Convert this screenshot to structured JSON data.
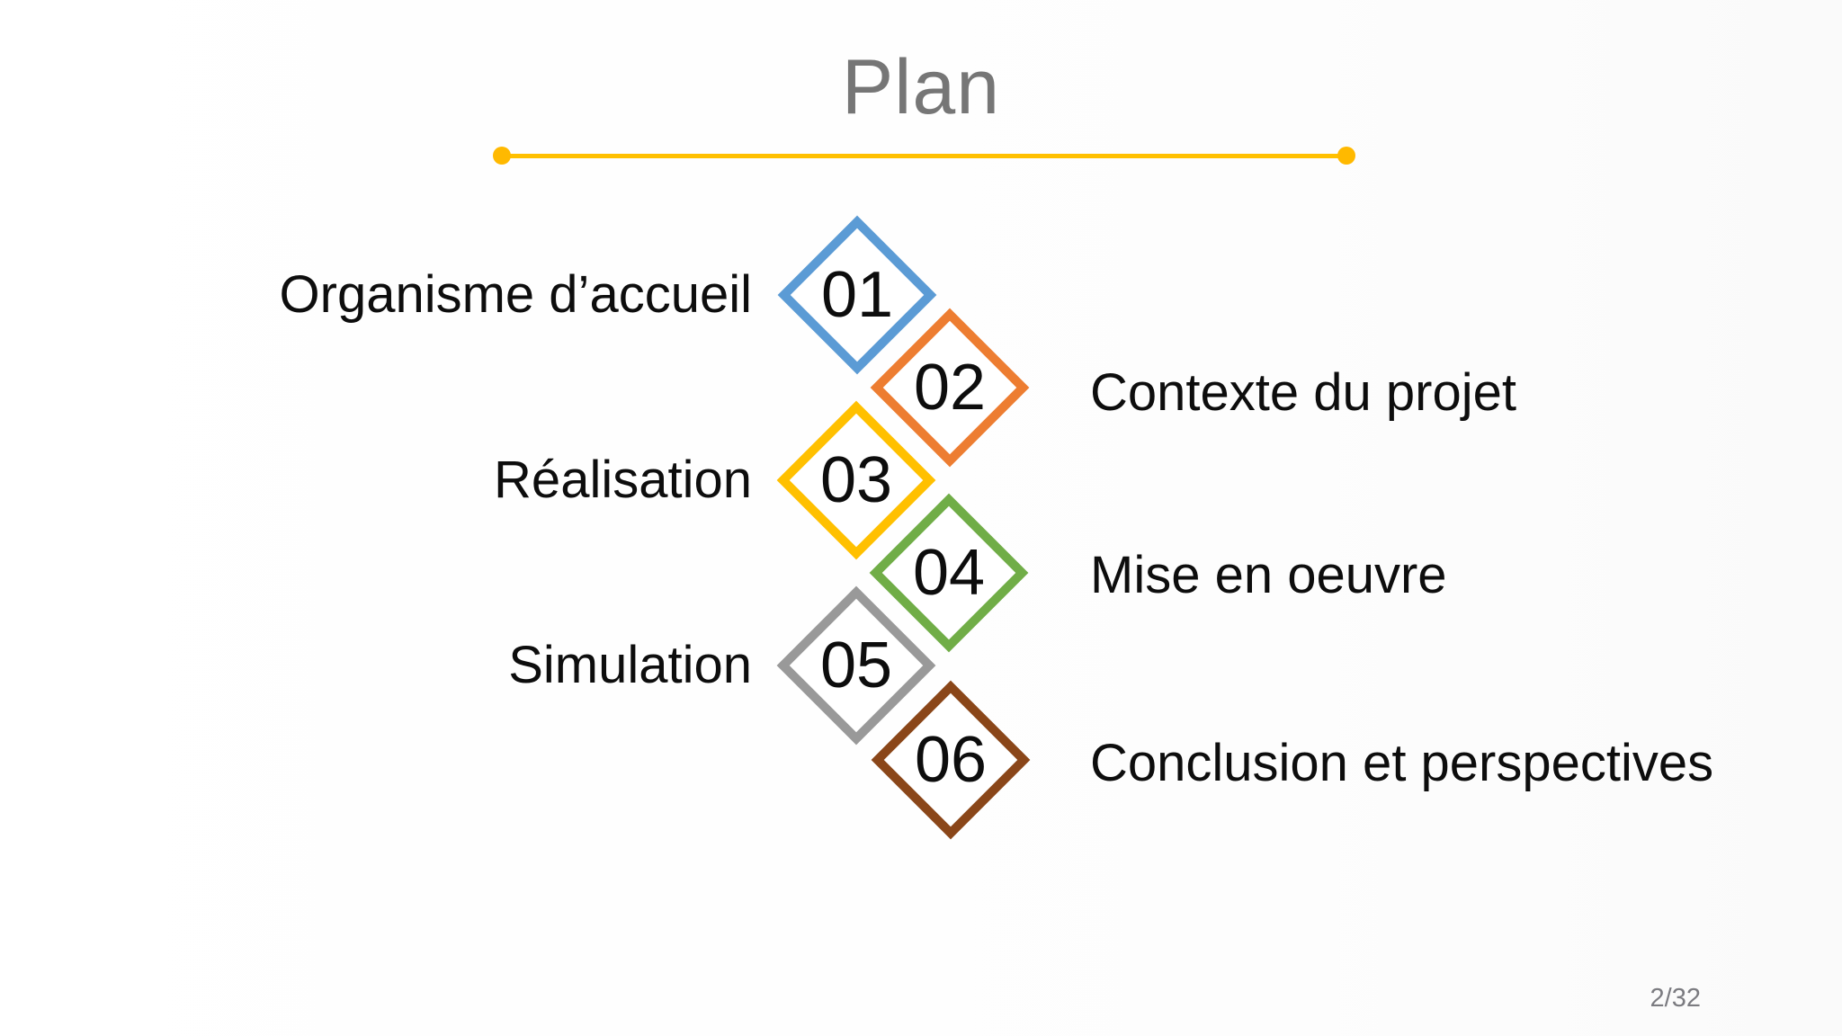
{
  "slide": {
    "title": "Plan",
    "page_number": "2/32",
    "accent_line_color": "#FFC000",
    "items": [
      {
        "number": "01",
        "label": "Organisme d’accueil",
        "color": "#5B9BD5",
        "side": "left"
      },
      {
        "number": "02",
        "label": "Contexte du projet",
        "color": "#ED7D31",
        "side": "right"
      },
      {
        "number": "03",
        "label": "Réalisation",
        "color": "#FFC000",
        "side": "left"
      },
      {
        "number": "04",
        "label": "Mise en oeuvre",
        "color": "#70AD47",
        "side": "right"
      },
      {
        "number": "05",
        "label": "Simulation",
        "color": "#999999",
        "side": "left"
      },
      {
        "number": "06",
        "label": "Conclusion et perspectives",
        "color": "#8A4619",
        "side": "right"
      }
    ]
  }
}
